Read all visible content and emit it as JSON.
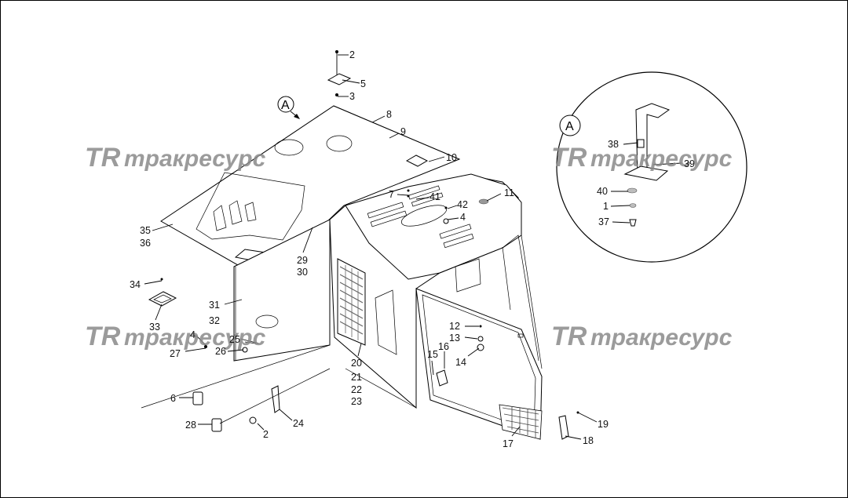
{
  "watermark": {
    "logo": "TR",
    "text": "тракресурс"
  },
  "detail_view": {
    "marker": "A",
    "inset_marker": "A"
  },
  "callouts": {
    "c2a": "2",
    "c5": "5",
    "c3": "3",
    "c8": "8",
    "c9": "9",
    "c10": "10",
    "c11": "11",
    "c7": "7",
    "c41": "41",
    "c42": "42",
    "c4a": "4",
    "c35": "35",
    "c36": "36",
    "c29": "29",
    "c30": "30",
    "c34": "34",
    "c33": "33",
    "c31": "31",
    "c32": "32",
    "c4b": "4",
    "c25": "25",
    "c27": "27",
    "c26": "26",
    "c20": "20",
    "c21": "21",
    "c22": "22",
    "c23": "23",
    "c6": "6",
    "c28": "28",
    "c2b": "2",
    "c24": "24",
    "c12": "12",
    "c13": "13",
    "c14": "14",
    "c15": "15",
    "c16": "16",
    "c17": "17",
    "c18": "18",
    "c19": "19",
    "c38": "38",
    "c39": "39",
    "c40": "40",
    "c1": "1",
    "c37": "37"
  }
}
